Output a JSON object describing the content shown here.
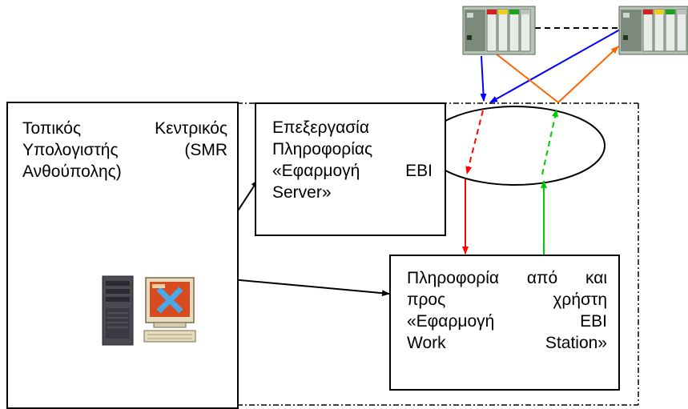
{
  "boxes": {
    "local_computer": {
      "lines": [
        "Τοπικός Κεντρικός",
        "Υπολογιστής (SMR",
        "Ανθούπολης)"
      ]
    },
    "ebi_server": {
      "lines": [
        "Επεξεργασία",
        "Πληροφορίας",
        "«Εφαρμογή EBI",
        "Server»"
      ]
    },
    "ebi_workstation": {
      "lines": [
        "Πληροφορία από και",
        "προς χρήστη",
        "«Εφαρμογή EBI",
        "Work Station»"
      ]
    }
  },
  "colors": {
    "to_server_dashed": "#ff0000",
    "to_plc": "#ff6600",
    "from_plc": "#0000ff",
    "from_workstation": "#00cc00",
    "black": "#000000"
  },
  "icons": [
    "plc-rack-icon",
    "plc-rack-icon",
    "server-workstation-icon"
  ]
}
